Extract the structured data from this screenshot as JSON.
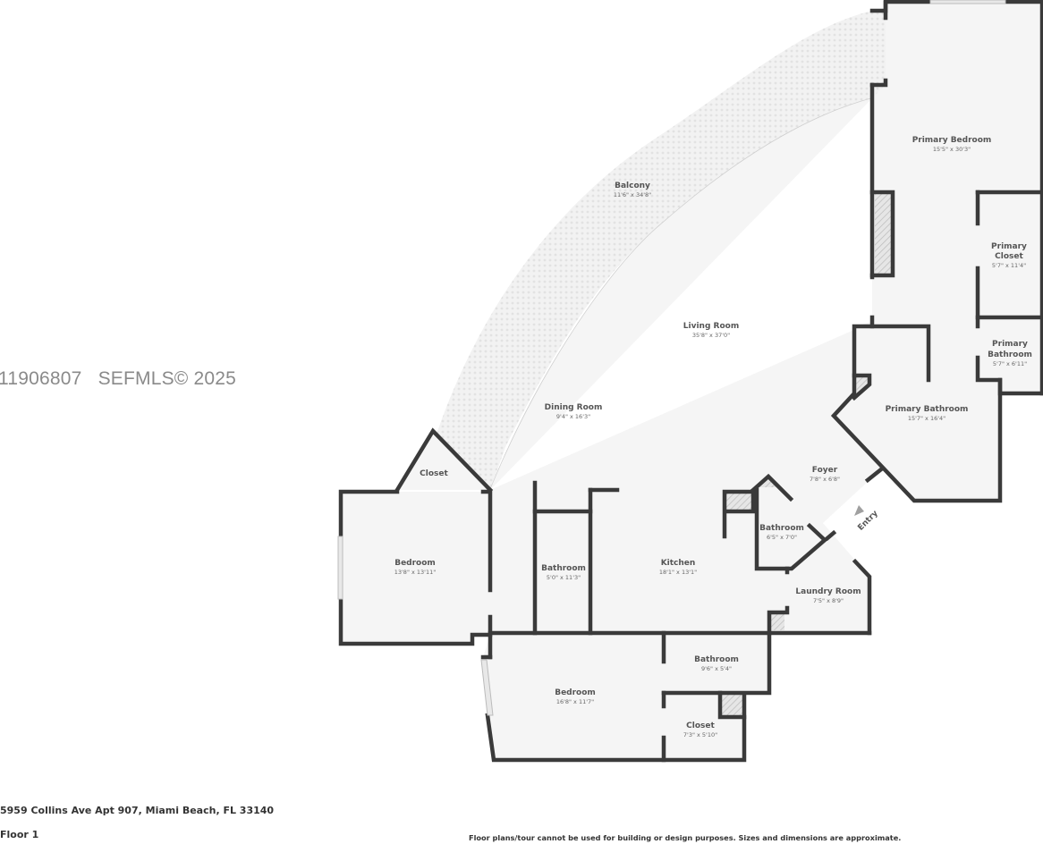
{
  "watermark": "11906807   SEFMLS© 2025",
  "footer": {
    "address": "5959 Collins Ave Apt 907, Miami Beach, FL 33140",
    "floor": "Floor 1",
    "disclaimer": "Floor plans/tour cannot be used for building or design purposes. Sizes and dimensions are approximate."
  },
  "rooms": {
    "primary_bedroom": {
      "name": "Primary Bedroom",
      "dims": "15'5\" x 30'3\""
    },
    "primary_closet": {
      "name_line1": "Primary",
      "name_line2": "Closet",
      "dims": "5'7\" x 11'4\""
    },
    "primary_bathroom_small": {
      "name_line1": "Primary",
      "name_line2": "Bathroom",
      "dims": "5'7\" x 6'11\""
    },
    "balcony": {
      "name": "Balcony",
      "dims": "11'6\" x 34'8\""
    },
    "living_room": {
      "name": "Living Room",
      "dims": "35'8\" x 37'0\""
    },
    "dining_room": {
      "name": "Dining Room",
      "dims": "9'4\" x 16'3\""
    },
    "primary_bathroom": {
      "name": "Primary Bathroom",
      "dims": "15'7\" x 16'4\""
    },
    "foyer": {
      "name": "Foyer",
      "dims": "7'8\" x 6'8\""
    },
    "entry": {
      "name": "Entry"
    },
    "closet_top": {
      "name": "Closet"
    },
    "bedroom_left": {
      "name": "Bedroom",
      "dims": "13'8\" x 13'11\""
    },
    "bathroom_mid": {
      "name": "Bathroom",
      "dims": "5'0\" x 11'3\""
    },
    "kitchen": {
      "name": "Kitchen",
      "dims": "18'1\" x 13'1\""
    },
    "bathroom_foyer": {
      "name": "Bathroom",
      "dims": "6'5\" x 7'0\""
    },
    "laundry": {
      "name": "Laundry Room",
      "dims": "7'5\" x 8'9\""
    },
    "bathroom_bottom": {
      "name": "Bathroom",
      "dims": "9'6\" x 5'4\""
    },
    "bedroom_bottom": {
      "name": "Bedroom",
      "dims": "16'8\" x 11'7\""
    },
    "closet_bottom": {
      "name": "Closet",
      "dims": "7'3\" x 5'10\""
    }
  },
  "colors": {
    "wall": "#3a3a3a",
    "floor": "#f5f5f5",
    "label": "#555555",
    "watermark": "#8a8a8a"
  }
}
